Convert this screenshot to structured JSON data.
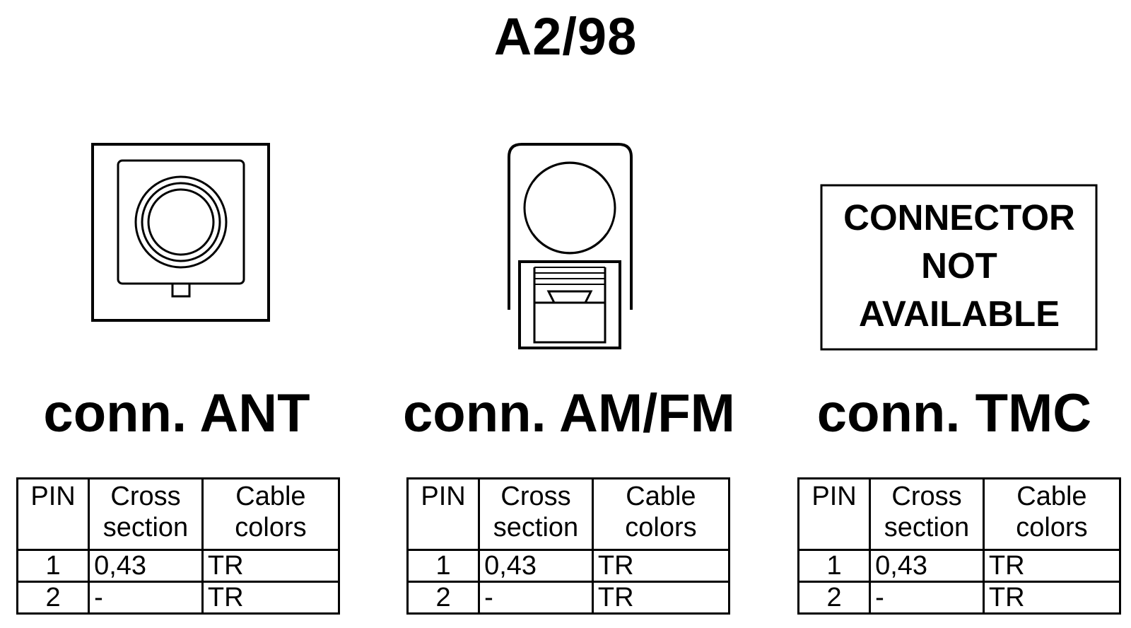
{
  "title": "A2/98",
  "connectors": [
    {
      "id": "ant",
      "label": "conn. ANT"
    },
    {
      "id": "amfm",
      "label": "conn. AM/FM"
    },
    {
      "id": "tmc",
      "label": "conn. TMC",
      "placeholder_text": [
        "CONNECTOR",
        "NOT",
        "AVAILABLE"
      ]
    }
  ],
  "table_headers": {
    "pin": "PIN",
    "cross": [
      "Cross",
      "section"
    ],
    "colors": [
      "Cable",
      "colors"
    ]
  },
  "tables": [
    {
      "rows": [
        {
          "pin": "1",
          "cross": "0,43",
          "color": "TR"
        },
        {
          "pin": "2",
          "cross": "-",
          "color": "TR"
        }
      ]
    },
    {
      "rows": [
        {
          "pin": "1",
          "cross": "0,43",
          "color": "TR"
        },
        {
          "pin": "2",
          "cross": "-",
          "color": "TR"
        }
      ]
    },
    {
      "rows": [
        {
          "pin": "1",
          "cross": "0,43",
          "color": "TR"
        },
        {
          "pin": "2",
          "cross": "-",
          "color": "TR"
        }
      ]
    }
  ]
}
